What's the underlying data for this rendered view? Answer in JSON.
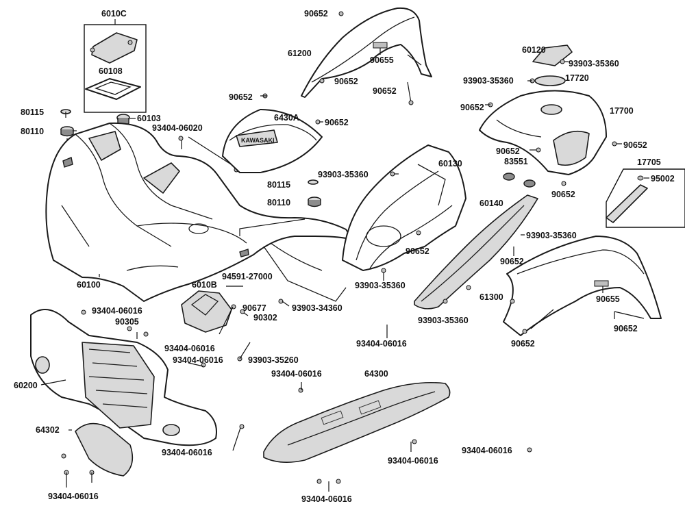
{
  "labels": {
    "l6010c": "6010C",
    "l60108": "60108",
    "l60103": "60103",
    "l80115a": "80115",
    "l80110a": "80110",
    "l93404_06020": "93404-06020",
    "l60100": "60100",
    "l90652a": "90652",
    "l61200": "61200",
    "l90655a": "90655",
    "l90652b": "90652",
    "l90652c": "90652",
    "l90652d": "90652",
    "l6430a": "6430A",
    "l90652e": "90652",
    "l80115b": "80115",
    "l80110b": "80110",
    "l93903_35360a": "93903-35360",
    "l60130": "60130",
    "l60120": "60120",
    "l93903_35360b": "93903-35360",
    "l93903_35360c": "93903-35360",
    "l17720": "17720",
    "l90652f": "90652",
    "l17700": "17700",
    "l90652g": "90652",
    "l90652h": "90652",
    "l83551": "83551",
    "l90652i": "90652",
    "l17705": "17705",
    "l95002": "95002",
    "l60140": "60140",
    "l93903_35360d": "93903-35360",
    "l90652j": "90652",
    "l90652k": "90652",
    "l94591_27000": "94591-27000",
    "l6010b": "6010B",
    "l90677": "90677",
    "l93903_34360": "93903-34360",
    "l90302": "90302",
    "l93903_35360e": "93903-35360",
    "l93404_06016a": "93404-06016",
    "l90305": "90305",
    "l93404_06016b": "93404-06016",
    "l93404_06016c": "93404-06016",
    "l93903_35260": "93903-35260",
    "l93404_06016d": "93404-06016",
    "l93903_35360f": "93903-35360",
    "l61300": "61300",
    "l90655b": "90655",
    "l90652l": "90652",
    "l90652m": "90652",
    "l60200": "60200",
    "l64300": "64300",
    "l93404_06016e": "93404-06016",
    "l64302": "64302",
    "l93404_06016f": "93404-06016",
    "l93404_06016g": "93404-06016",
    "l93404_06016h": "93404-06016",
    "l93404_06016i": "93404-06016",
    "l93404_06016j": "93404-06016"
  },
  "decal_text": "KAWASAKI"
}
